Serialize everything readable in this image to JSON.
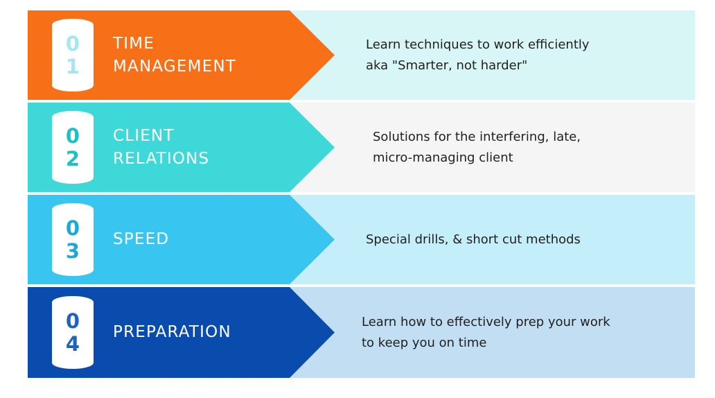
{
  "colors": {
    "orange": "#F77018",
    "teal": "#3FD8D8",
    "sky": "#38C6F0",
    "navy": "#0A4BAE"
  },
  "steps": [
    {
      "digits": [
        "0",
        "1"
      ],
      "title_lines": [
        "TIME",
        "MANAGEMENT"
      ],
      "desc_lines": [
        "Learn techniques to work efficiently",
        "aka \"Smarter, not harder\""
      ]
    },
    {
      "digits": [
        "0",
        "2"
      ],
      "title_lines": [
        "CLIENT",
        "RELATIONS"
      ],
      "desc_lines": [
        "Solutions for the interfering, late,",
        "micro-managing  client"
      ]
    },
    {
      "digits": [
        "0",
        "3"
      ],
      "title_lines": [
        "SPEED"
      ],
      "desc_lines": [
        "Special drills, & short cut methods"
      ]
    },
    {
      "digits": [
        "0",
        "4"
      ],
      "title_lines": [
        "PREPARATION"
      ],
      "desc_lines": [
        "Learn how to effectively prep your work",
        "to keep you on time"
      ]
    }
  ]
}
